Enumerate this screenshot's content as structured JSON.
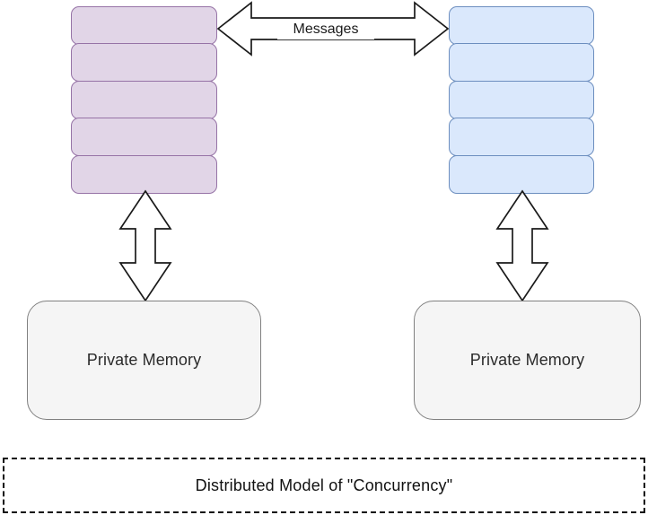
{
  "diagram": {
    "title": "Distributed Model of \"Concurrency\"",
    "colors": {
      "process_left_fill": "#e1d5e7",
      "process_left_stroke": "#9673a6",
      "process_right_fill": "#dae8fc",
      "process_right_stroke": "#6c8ebf",
      "memory_fill": "#f5f5f5",
      "memory_stroke": "#808080",
      "arrow_fill": "#ffffff",
      "arrow_stroke": "#1a1a1a",
      "caption_stroke": "#111111",
      "text": "#1a1a1a"
    },
    "process_left": {
      "name": "left-process-stack",
      "segment_count": 5,
      "segments": [
        "",
        "",
        "",
        "",
        ""
      ]
    },
    "process_right": {
      "name": "right-process-stack",
      "segment_count": 5,
      "segments": [
        "",
        "",
        "",
        "",
        ""
      ]
    },
    "memory_left": {
      "label": "Private Memory"
    },
    "memory_right": {
      "label": "Private Memory"
    },
    "messages_arrow": {
      "label": "Messages",
      "direction": "bidirectional-horizontal"
    },
    "memory_arrow_left": {
      "direction": "bidirectional-vertical"
    },
    "memory_arrow_right": {
      "direction": "bidirectional-vertical"
    },
    "caption": {
      "text": "Distributed Model of \"Concurrency\""
    }
  }
}
